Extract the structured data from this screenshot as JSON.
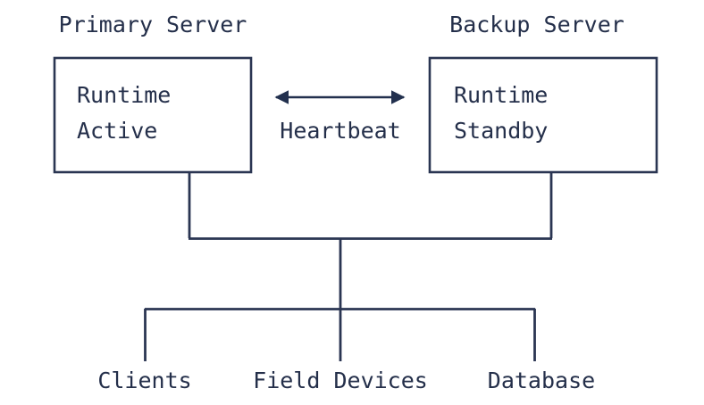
{
  "diagram": {
    "type": "redundancy-architecture",
    "background_color": "#ffffff",
    "stroke_color": "#2a3552",
    "text_color": "#242f4a",
    "servers": [
      {
        "id": "primary",
        "title": "Primary Server",
        "line1": "Runtime",
        "line2": "Active"
      },
      {
        "id": "backup",
        "title": "Backup Server",
        "line1": "Runtime",
        "line2": "Standby"
      }
    ],
    "edge_label": "Heartbeat",
    "arrow_direction": "bidirectional",
    "leaves": [
      {
        "id": "clients",
        "label": "Clients"
      },
      {
        "id": "field-devices",
        "label": "Field Devices"
      },
      {
        "id": "database",
        "label": "Database"
      }
    ]
  }
}
